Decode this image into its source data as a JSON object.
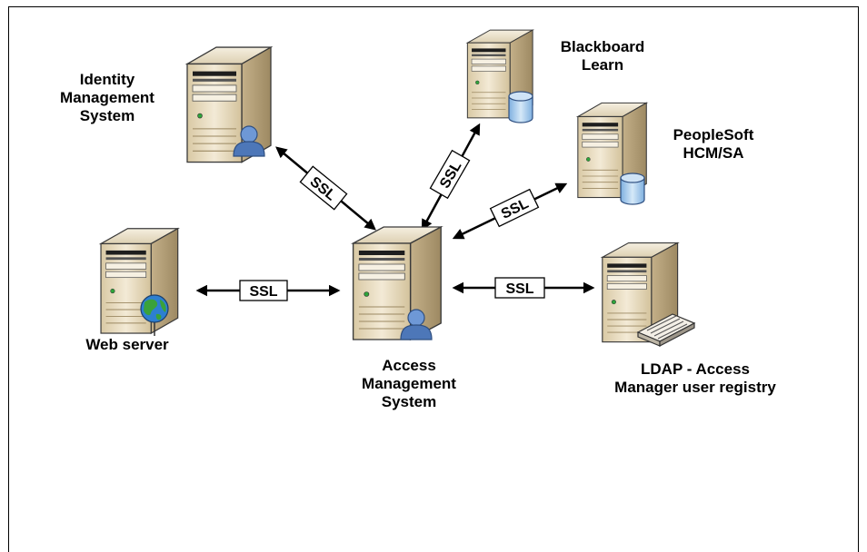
{
  "nodes": {
    "identity": {
      "lines": [
        "Identity",
        "Management",
        "System"
      ]
    },
    "blackboard": {
      "lines": [
        "Blackboard",
        "Learn"
      ]
    },
    "peoplesoft": {
      "lines": [
        "PeopleSoft",
        "HCM/SA"
      ]
    },
    "web": {
      "lines": [
        "Web server"
      ]
    },
    "access": {
      "lines": [
        "Access",
        "Management",
        "System"
      ]
    },
    "ldap": {
      "lines": [
        "LDAP - Access",
        "Manager user registry"
      ]
    }
  },
  "connections": {
    "identity_access": "SSL",
    "blackboard_access": "SSL",
    "peoplesoft_access": "SSL",
    "web_access": "SSL",
    "access_ldap": "SSL"
  },
  "colors": {
    "server_body": "#e9dcbf",
    "server_shade": "#b9a57c",
    "server_outline": "#3a3a3a",
    "user_badge": "#5a84c4",
    "database": "#9fc4e6",
    "globe": "#2d7fd0",
    "globe_land": "#3aa23a"
  },
  "badges": {
    "identity": "user-icon",
    "blackboard": "database-icon",
    "peoplesoft": "database-icon",
    "web": "globe-icon",
    "access": "user-icon",
    "ldap": "network-switch-icon"
  }
}
